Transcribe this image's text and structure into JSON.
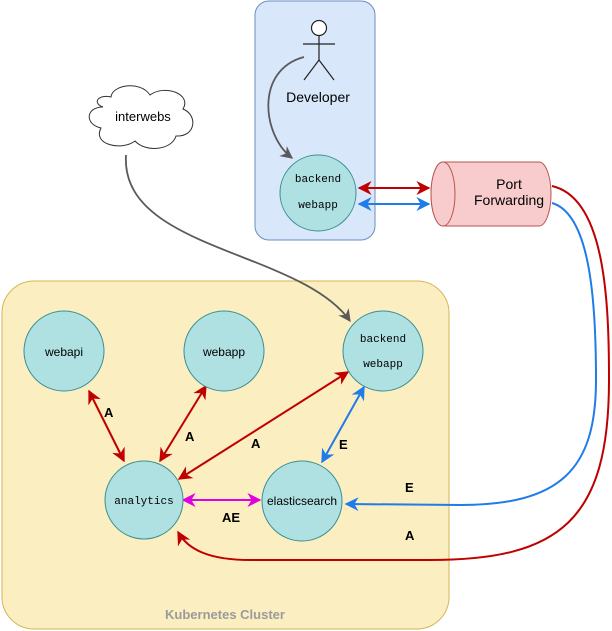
{
  "actor": {
    "label": "Developer"
  },
  "cloud": {
    "label": "interwebs"
  },
  "port_forwarding": {
    "line1": "Port",
    "line2": "Forwarding"
  },
  "cluster": {
    "label": "Kubernetes Cluster"
  },
  "nodes": {
    "local_backend": {
      "line1": "backend",
      "line2": "webapp"
    },
    "cluster_backend": {
      "line1": "backend",
      "line2": "webapp"
    },
    "webapi": {
      "label": "webapi"
    },
    "webapp": {
      "label": "webapp"
    },
    "analytics": {
      "label": "analytics"
    },
    "elasticsearch": {
      "label": "elasticsearch"
    }
  },
  "edge_labels": {
    "webapi_analytics": "A",
    "webapp_analytics": "A",
    "backend_analytics": "A",
    "backend_elasticsearch": "E",
    "analytics_elasticsearch": "AE",
    "portfwd_elasticsearch": "E",
    "portfwd_analytics": "A"
  },
  "colors": {
    "red": "#c00000",
    "blue": "#1f7ce8",
    "magenta": "#e000e0",
    "gray": "#5a5a5a",
    "node_fill": "#afe1e3",
    "node_stroke": "#3a8f93",
    "cluster_fill": "#fbeec0",
    "dev_box_fill": "#d9e7fb",
    "portfwd_fill": "#f8cccc"
  }
}
